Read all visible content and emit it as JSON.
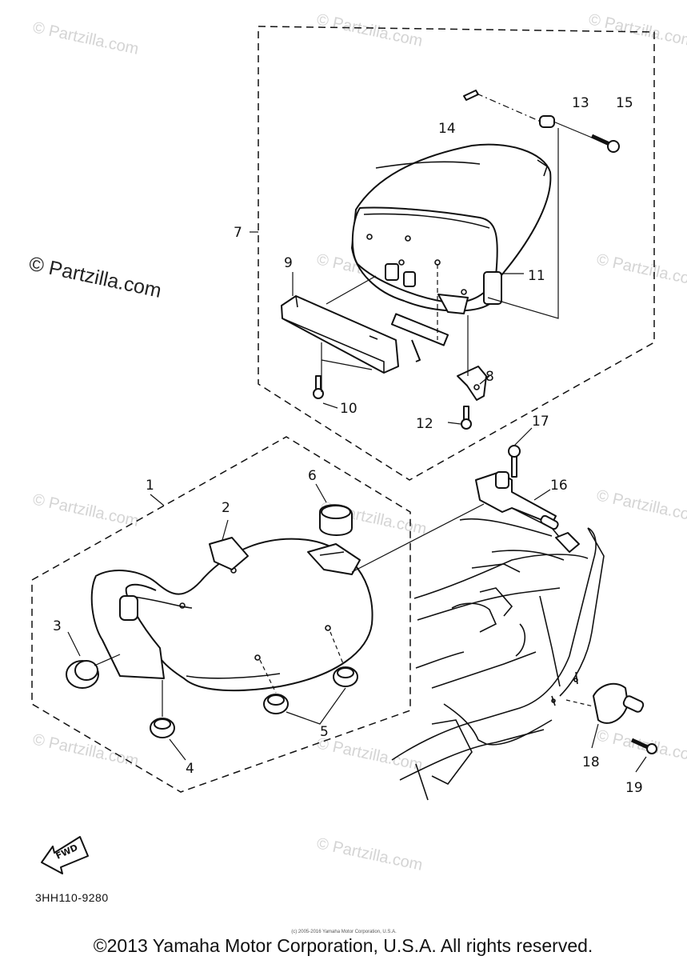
{
  "watermarks": {
    "w1": "© Partzilla.com",
    "w2": "© Partzilla.com",
    "w3": "© Partzilla.com",
    "w4": "© Partzilla.com",
    "w5": "© Partzilla.com",
    "w6": "© Partzilla.com",
    "w7": "© Partzilla.com",
    "w8": "© Partzilla.com",
    "w9": "© Partzilla.com",
    "w10": "© Partzilla.com",
    "w11": "© Partzilla.com",
    "w12": "© Partzilla.com",
    "main": "© Partzilla.com"
  },
  "callouts": {
    "c1": "1",
    "c2": "2",
    "c3": "3",
    "c4": "4",
    "c5": "5",
    "c6": "6",
    "c7": "7",
    "c8": "8",
    "c9": "9",
    "c10": "10",
    "c11": "11",
    "c12": "12",
    "c13": "13",
    "c14": "14",
    "c15": "15",
    "c16": "16",
    "c17": "17",
    "c18": "18",
    "c19": "19"
  },
  "fwd_label": "FWD",
  "diagram_code": "3HH110-9280",
  "small_copyright": "(c) 2005-2016 Yamaha Motor Corporation, U.S.A.",
  "copyright": "©2013 Yamaha Motor Corporation, U.S.A. All rights reserved."
}
